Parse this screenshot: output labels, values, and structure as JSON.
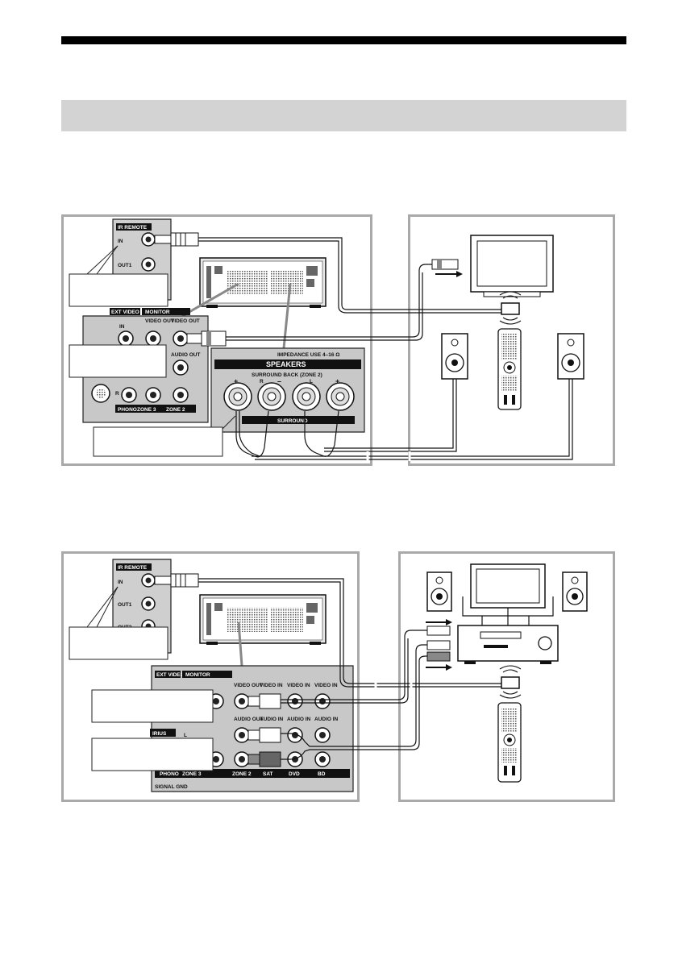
{
  "rx_a": {
    "ir_remote": "IR REMOTE",
    "in": "IN",
    "out1": "OUT1",
    "ext_video": "EXT VIDEO",
    "monitor": "MONITOR",
    "video_out": "VIDEO OUT",
    "audio_out": "AUDIO OUT",
    "zone3": "ZONE 3",
    "zone2": "ZONE 2",
    "phono": "PHONO",
    "impedance": "IMPEDANCE USE 4–16 Ω",
    "speakers": "SPEAKERS",
    "surround_back": "SURROUND BACK (ZONE 2)",
    "plus": "+",
    "minus": "–",
    "r": "R",
    "l": "L",
    "surround": "SURROUND"
  },
  "rx_b": {
    "ir_remote": "IR REMOTE",
    "in": "IN",
    "out1": "OUT1",
    "out2": "OUT2",
    "ext_video": "EXT VIDEO",
    "monitor": "MONITOR",
    "video_out": "VIDEO OUT",
    "video_in": "VIDEO IN",
    "audio_out": "AUDIO OUT",
    "audio_in": "AUDIO IN",
    "zone3": "ZONE 3",
    "zone2": "ZONE 2",
    "sat": "SAT",
    "dvd": "DVD",
    "bd": "BD",
    "phono": "PHONO",
    "sirius": "IRIUS",
    "signal_gnd": "SIGNAL GND",
    "l": "L"
  },
  "colors": {
    "panel_border": "#a9a9a9",
    "section_bar": "#d3d3d3",
    "jack_panel": "#c8c8c8",
    "label_bg": "#000000"
  }
}
